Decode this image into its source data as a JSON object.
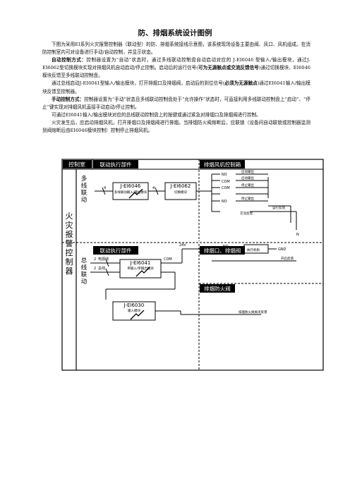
{
  "title": "防、排烟系统设计图例",
  "paragraphs": {
    "p1": "下图为采用EI系列火灾报警控制器（联动型）的防、排烟系统接线示意图，该系统现场设备主要由阀、风口、风机组成。在消防控制室内可对设备进行手动/自动控制，并显示状态。",
    "p2_label": "自动控制方式：",
    "p2_a": "控制器设置为“自动”状态时，通过多线联动控制盘自动启动对应的 J-EI6046 型输入/输出模块，通过J-EI6062型切换模块实现对排烟风机自动启动/停止控制。启动后的运行信号(",
    "p2_bold": "可为无源触点或交流反馈信号",
    "p2_b": ")通过切换模块、EI6046模块反馈至多线联动控制盘。",
    "p3_a": "通过总线启动J-EI6041型输入/输出模块，打开排烟口及排烟阀，启动后的到位信号(",
    "p3_bold": "必须为无源触点",
    "p3_b": ")通过EI6041输入/输出模块反馈至控制器。",
    "p4_label": "手动控制方式：",
    "p4_a": "控制器设置为“手动”状态且多线联动控制盘处于“允许操作”状态时，可直接利用多线联动控制盘上“启动”、“停止”键实现对排烟风机直接手动启动/停止控制。",
    "p5": "可通过EI6041输入/输出模块对应的总线联动控制盘上的按键或通过紧急对排烟口及排烟阀进行控制。",
    "p6": "火灾发生后，应启动排烟风机，打开排烟口及排烟阀进行排烟。当排烟防火阀熔断后，应联锁（设备间自动联锁或控制器监测到阀熔断后由EI6046模块控制）控制停止排烟风机。"
  },
  "diagram": {
    "control_room": "控制室",
    "controller": [
      "火",
      "灾",
      "报",
      "警",
      "控",
      "制",
      "器"
    ],
    "multiline": [
      "多",
      "线",
      "联",
      "动"
    ],
    "bus": [
      "总",
      "线",
      "联",
      "动"
    ],
    "left_section_top": "联动执行部件",
    "left_section_bottom": "联动执行部件",
    "right_section_top": "排烟风机控制箱",
    "right_section_mid": "排烟口、排烟阀",
    "right_section_low": "排烟防火阀",
    "m6046_name": "J-EI6046",
    "m6046_desc": "多线联动输入/输出模块",
    "m6062_name": "J-EI6062",
    "m6062_desc": "切换模块",
    "m6041_name": "J-EI6041",
    "m6041_desc": "单输入/单输出模块",
    "m6030_name": "J-EI6030",
    "m6030_desc": "输入模块",
    "num_4a": "4",
    "num_4b": "4",
    "num_2a": "2",
    "num_2b": "2",
    "label_24v": "24V",
    "label_com": "COM",
    "power_line": "电源线",
    "bus_line": "总线",
    "contacts": [
      "NO",
      "COM",
      "COM",
      "NO"
    ],
    "contact_notes": [
      "启动输出",
      "启动输出",
      "停止输出",
      "停止输出"
    ],
    "run_feedback": "运行反馈",
    "ac_feedback": "交流反馈",
    "n_mark": "N",
    "no_label": "NO",
    "gnd_label": "GND",
    "coil_label": "执行机构",
    "valve_feedback": "开启反馈",
    "fire_feedback": "排烟防火阀关闭反馈"
  }
}
